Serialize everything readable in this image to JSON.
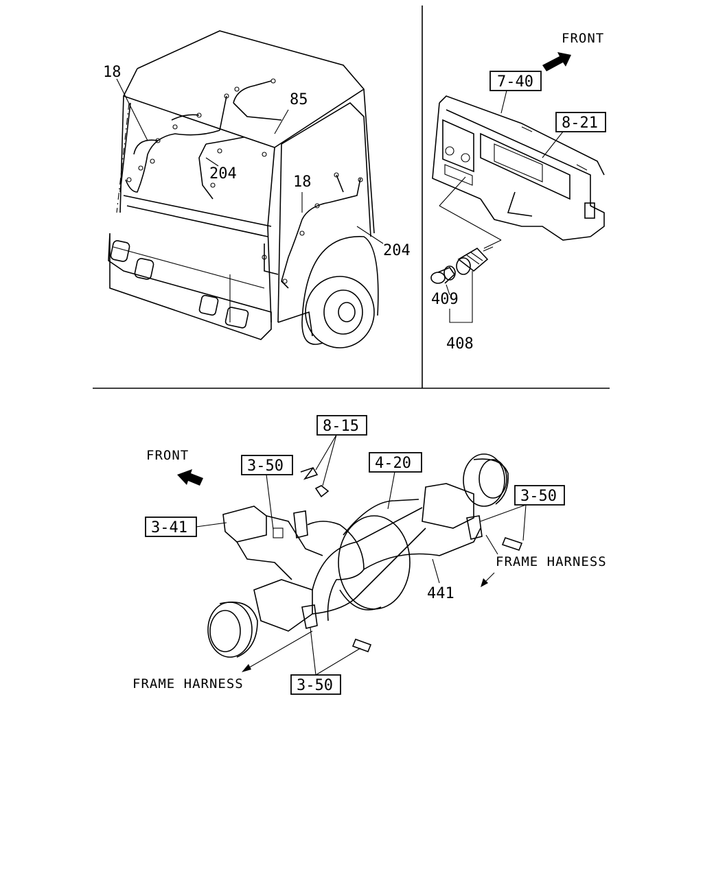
{
  "top_left": {
    "callouts": [
      "18",
      "85",
      "204",
      "18",
      "204"
    ]
  },
  "top_right": {
    "front_label": "FRONT",
    "ref_boxes": [
      "7-40",
      "8-21"
    ],
    "callouts": [
      "409",
      "408"
    ]
  },
  "bottom": {
    "front_label": "FRONT",
    "ref_boxes": [
      "8-15",
      "3-50",
      "4-20",
      "3-41",
      "3-50",
      "3-50"
    ],
    "callouts": [
      "441"
    ],
    "frame_harness_labels": [
      "FRAME HARNESS",
      "FRAME HARNESS"
    ]
  }
}
